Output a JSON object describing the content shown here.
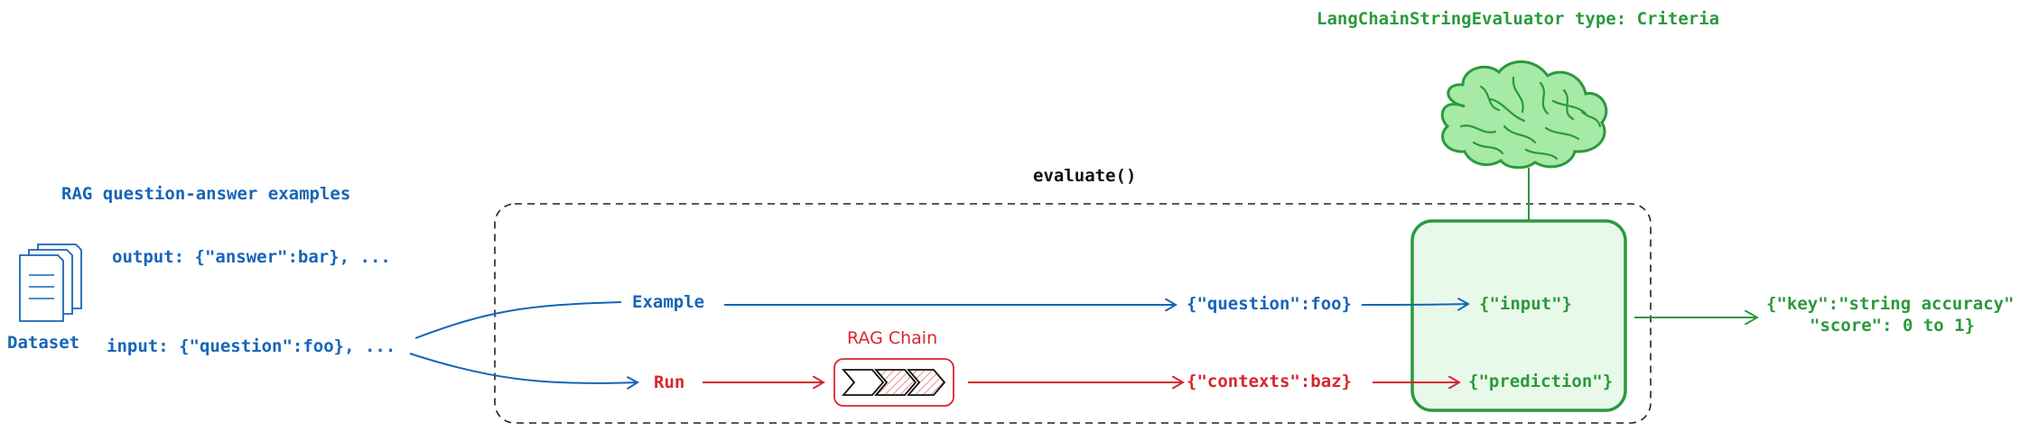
{
  "evaluator": {
    "title": "LangChainStringEvaluator type: Criteria"
  },
  "dataset": {
    "title": "RAG question-answer examples",
    "label": "Dataset",
    "output_text": "output: {\"answer\":bar}, ...",
    "input_text": "input: {\"question\":foo}, ..."
  },
  "evaluate": {
    "label": "evaluate()"
  },
  "flow": {
    "example_label": "Example",
    "run_label": "Run",
    "rag_chain_label": "RAG Chain",
    "question_label": "{\"question\":foo}",
    "contexts_label": "{\"contexts\":baz}",
    "input_label": "{\"input\"}",
    "prediction_label": "{\"prediction\"}"
  },
  "result": {
    "line1": "{\"key\":\"string accuracy\"",
    "line2": "\"score\": 0 to 1}"
  },
  "colors": {
    "blue": "#1565b8",
    "red": "#d9262c",
    "green": "#2a9a3c",
    "brain_fill": "#a7e9a7",
    "evaluator_fill": "#e9f9e9"
  },
  "icons": [
    "document-stack-icon",
    "brain-icon",
    "pipeline-chevrons-icon"
  ]
}
